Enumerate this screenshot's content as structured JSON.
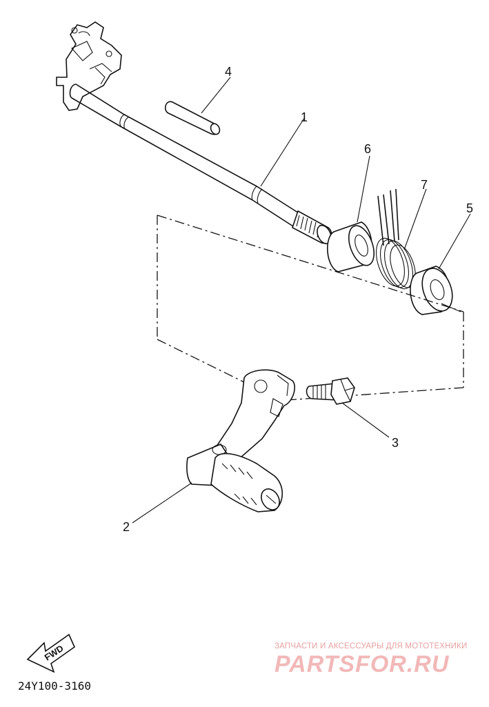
{
  "diagram": {
    "part_labels": [
      "1",
      "2",
      "3",
      "4",
      "5",
      "6",
      "7"
    ],
    "drawing_code": "24Y100-3160",
    "fwd_label": "FWD",
    "icons": {
      "fwd_arrow": "fwd-arrow-icon",
      "watermark": "partsfor-logo"
    }
  },
  "watermark": {
    "tagline": "ЗАПЧАСТИ И АКСЕССУАРЫ ДЛЯ МОТОТЕХНИКИ",
    "logo": "PARTSFOR.RU",
    "color": "#f2b8b8"
  }
}
